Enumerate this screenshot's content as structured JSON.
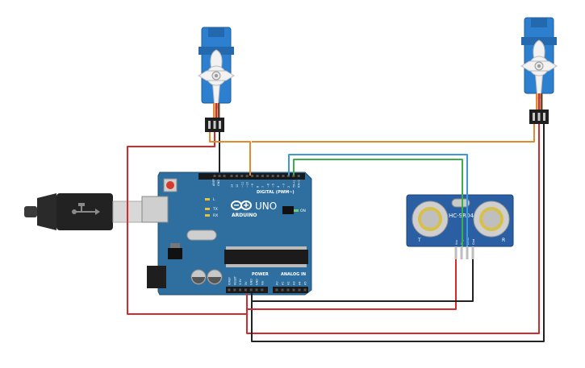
{
  "board": {
    "brand": "ARDUINO",
    "model": "UNO",
    "digital_label": "DIGITAL (PWM~)",
    "power_label": "POWER",
    "analog_label": "ANALOG IN",
    "aref_label": "AREF",
    "gnd_label": "GND",
    "tx_label": "TX",
    "rx_label": "RX",
    "l_label": "L",
    "on_label": "ON",
    "digital_pins": [
      "13",
      "12",
      "~11",
      "~10",
      "~9",
      "8",
      "7",
      "~6",
      "~5",
      "4",
      "~3",
      "2",
      "TX→1",
      "RX←0"
    ],
    "power_pins": [
      "IOREF",
      "RESET",
      "3.3V",
      "5V",
      "GND",
      "GND",
      "Vin"
    ],
    "analog_pins": [
      "A0",
      "A1",
      "A2",
      "A3",
      "A4",
      "A5"
    ]
  },
  "sensor": {
    "model": "HC-SR04",
    "left_mark": "T",
    "right_mark": "R",
    "pins": [
      "Vcc",
      "Trig",
      "Echo",
      "Gnd"
    ]
  },
  "wire_colors": {
    "power": "#d62a2a",
    "ground": "#222222",
    "servo_signal": "#e5892b",
    "trig": "#3a9bd8",
    "echo": "#3dae4a"
  },
  "component_colors": {
    "board": "#2f6f9f",
    "servo": "#2d7fd0",
    "sensor": "#2b5fa3"
  }
}
